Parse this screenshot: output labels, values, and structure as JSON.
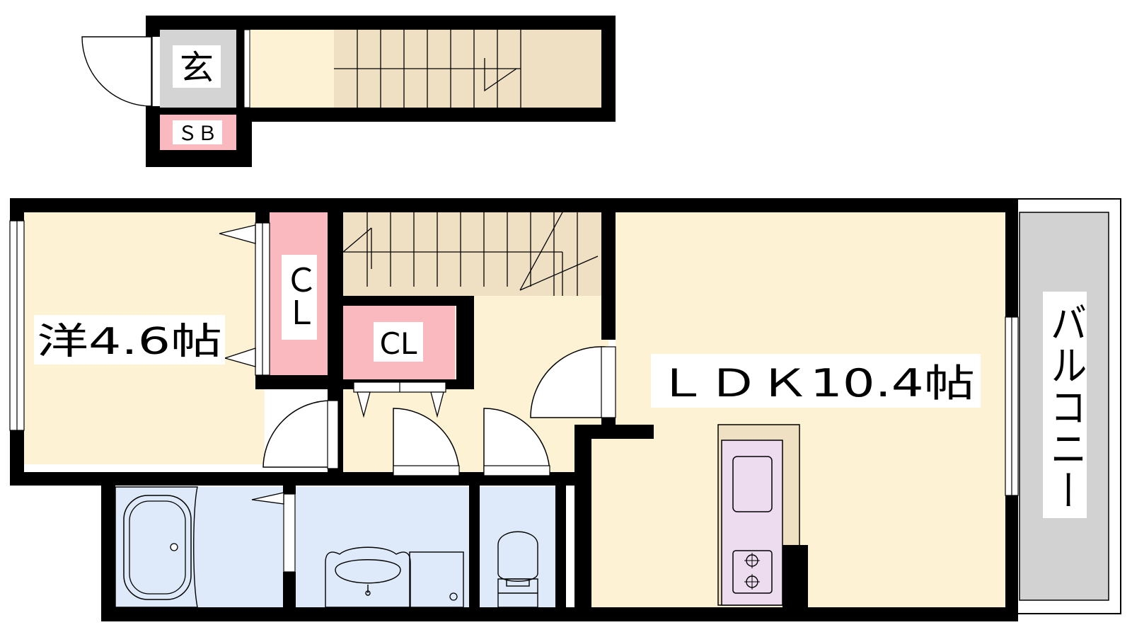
{
  "floor_plan": {
    "rooms": {
      "entrance": "玄",
      "shoe_box": "ＳＢ",
      "western_room": "洋4.6帖",
      "closet_western": "ＣＬ",
      "closet_hall": "CL",
      "ldk": "ＬＤＫ10.4帖",
      "balcony": "バルコニー"
    },
    "colors": {
      "wall": "#000000",
      "room_floor": "#fdf2d3",
      "stair_floor": "#efdfc3",
      "entrance_floor": "#d4d4d4",
      "closet": "#f9b9bf",
      "wet_area": "#deeafa",
      "kitchen": "#eddcf0",
      "counter": "#efdfc3",
      "balcony": "#d2d2d2"
    }
  }
}
